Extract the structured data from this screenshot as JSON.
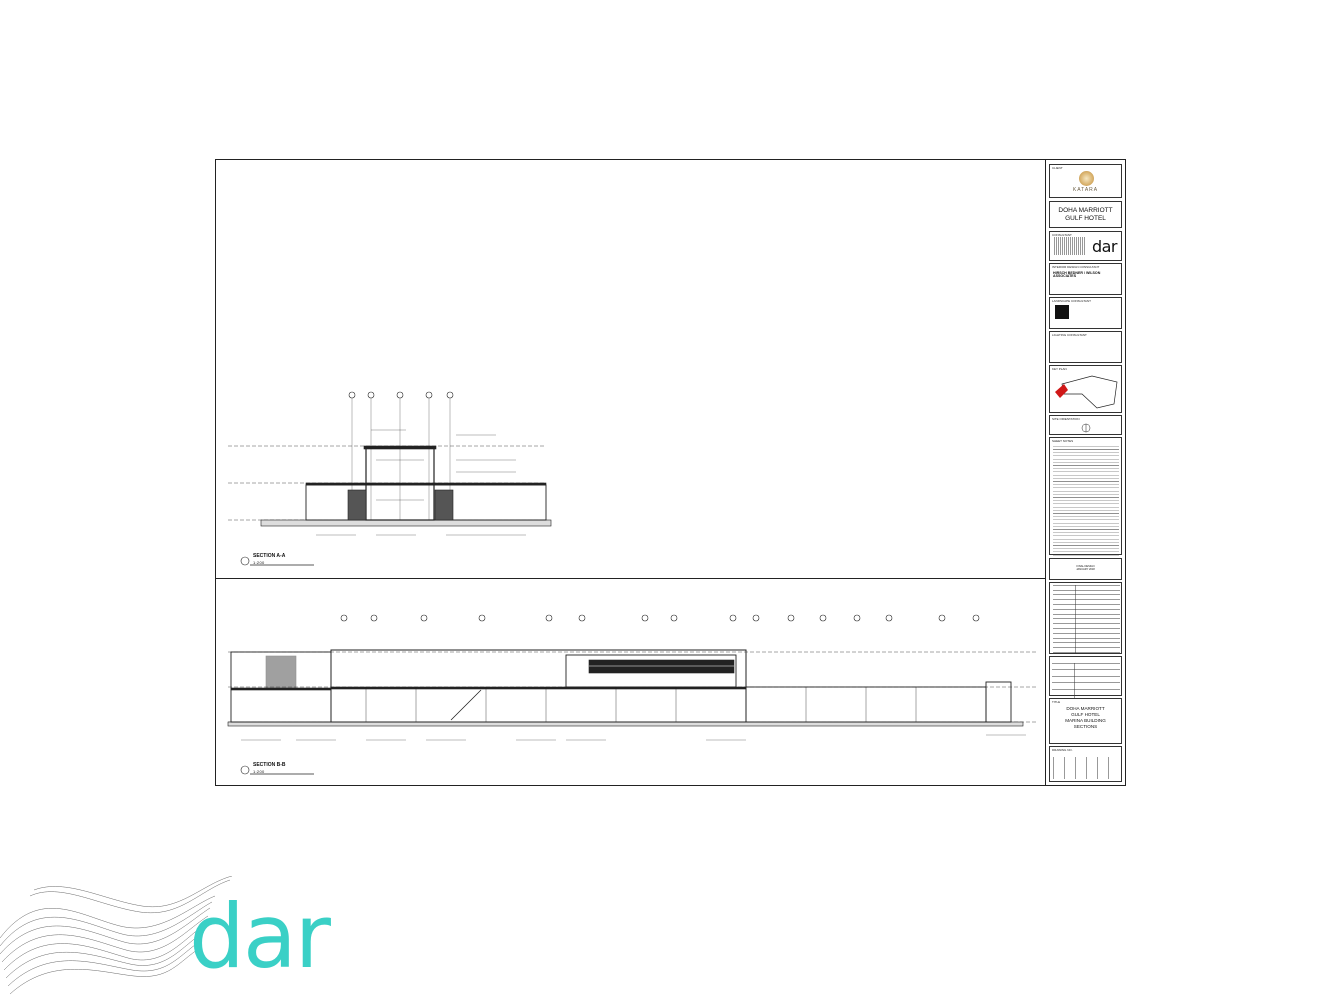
{
  "sections": {
    "upper": {
      "title": "SECTION A-A",
      "scale": "1:200"
    },
    "lower": {
      "title": "SECTION B-B",
      "scale": "1:200"
    }
  },
  "title_block": {
    "client_caption": "CLIENT",
    "client_logo_text": "KATARA",
    "project_name_line1": "DOHA MARRIOTT",
    "project_name_line2": "GULF HOTEL",
    "consultant_caption": "CONSULTANT",
    "consultant_logo_text": "dar",
    "interior_caption": "INTERIOR DESIGN CONSULTANT",
    "interior_name": "HIRSCH BEDNER / WILSON ASSOCIATES",
    "landscape_caption": "LANDSCAPE CONSULTANT",
    "lighting_caption": "LIGHTING CONSULTANT",
    "key_plan_caption": "KEY PLAN",
    "orientation_caption": "SITE ORIENTATION",
    "notes_caption": "SHEET NOTES",
    "stage_line1": "FINAL DESIGN",
    "stage_line2": "JANUARY 2018",
    "drawing_title_caption": "TITLE",
    "drawing_title_line1": "DOHA MARRIOTT",
    "drawing_title_line2": "GULF HOTEL",
    "drawing_title_line3": "MARINA BUILDING",
    "drawing_title_line4": "SECTIONS",
    "drawing_no_caption": "DRAWING NO."
  },
  "brand": {
    "wordmark": "dar",
    "accent": "#3ad0c6"
  }
}
